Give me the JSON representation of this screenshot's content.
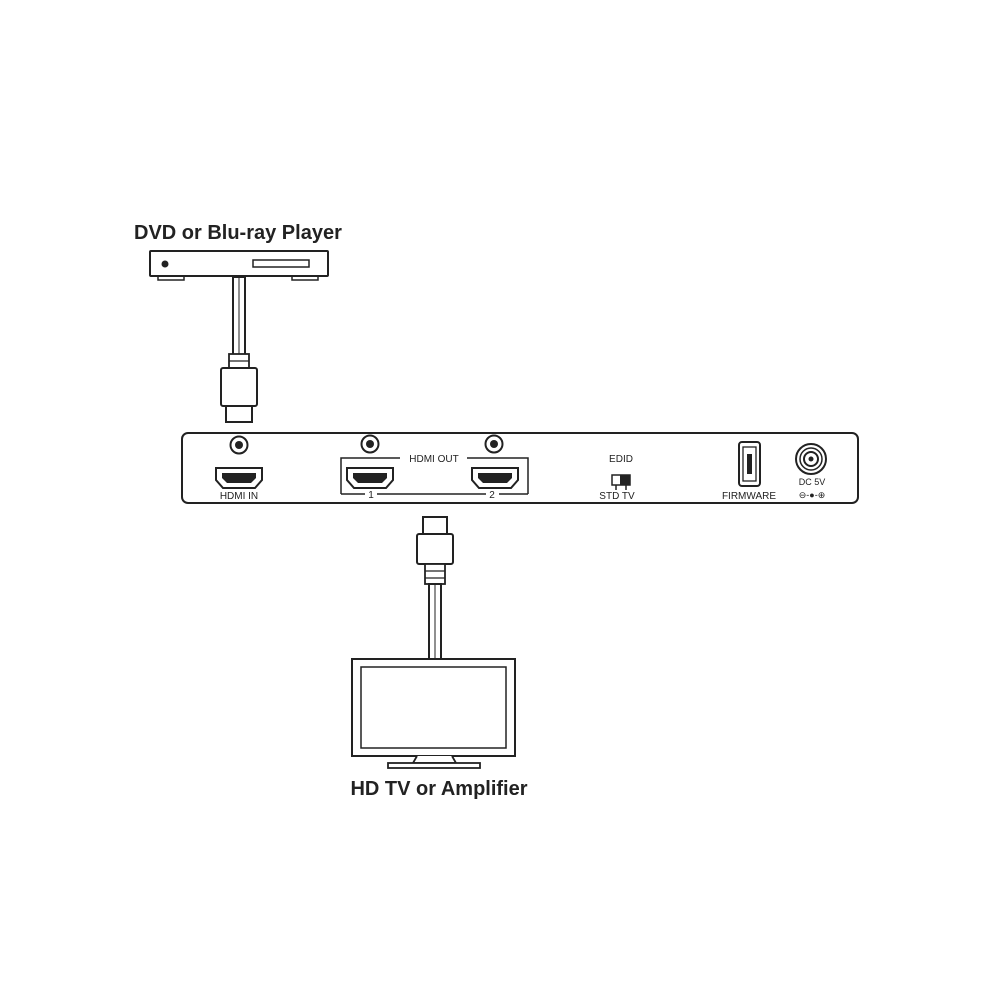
{
  "source_device": {
    "label": "DVD or Blu-ray Player"
  },
  "sink_device": {
    "label": "HD TV or Amplifier"
  },
  "splitter": {
    "hdmi_in_label": "HDMI IN",
    "hdmi_out_label": "HDMI OUT",
    "out_port_1": "1",
    "out_port_2": "2",
    "edid_label": "EDID",
    "edid_switch_label": "STD TV",
    "firmware_label": "FIRMWARE",
    "power_label": "DC 5V",
    "polarity_symbol": "⊖-●-⊕"
  },
  "colors": {
    "stroke": "#222222",
    "background": "#ffffff"
  },
  "icons": [
    "dvd-player-icon",
    "hdmi-cable-icon",
    "hdmi-port-icon",
    "usb-port-icon",
    "dc-jack-icon",
    "tv-monitor-icon"
  ]
}
